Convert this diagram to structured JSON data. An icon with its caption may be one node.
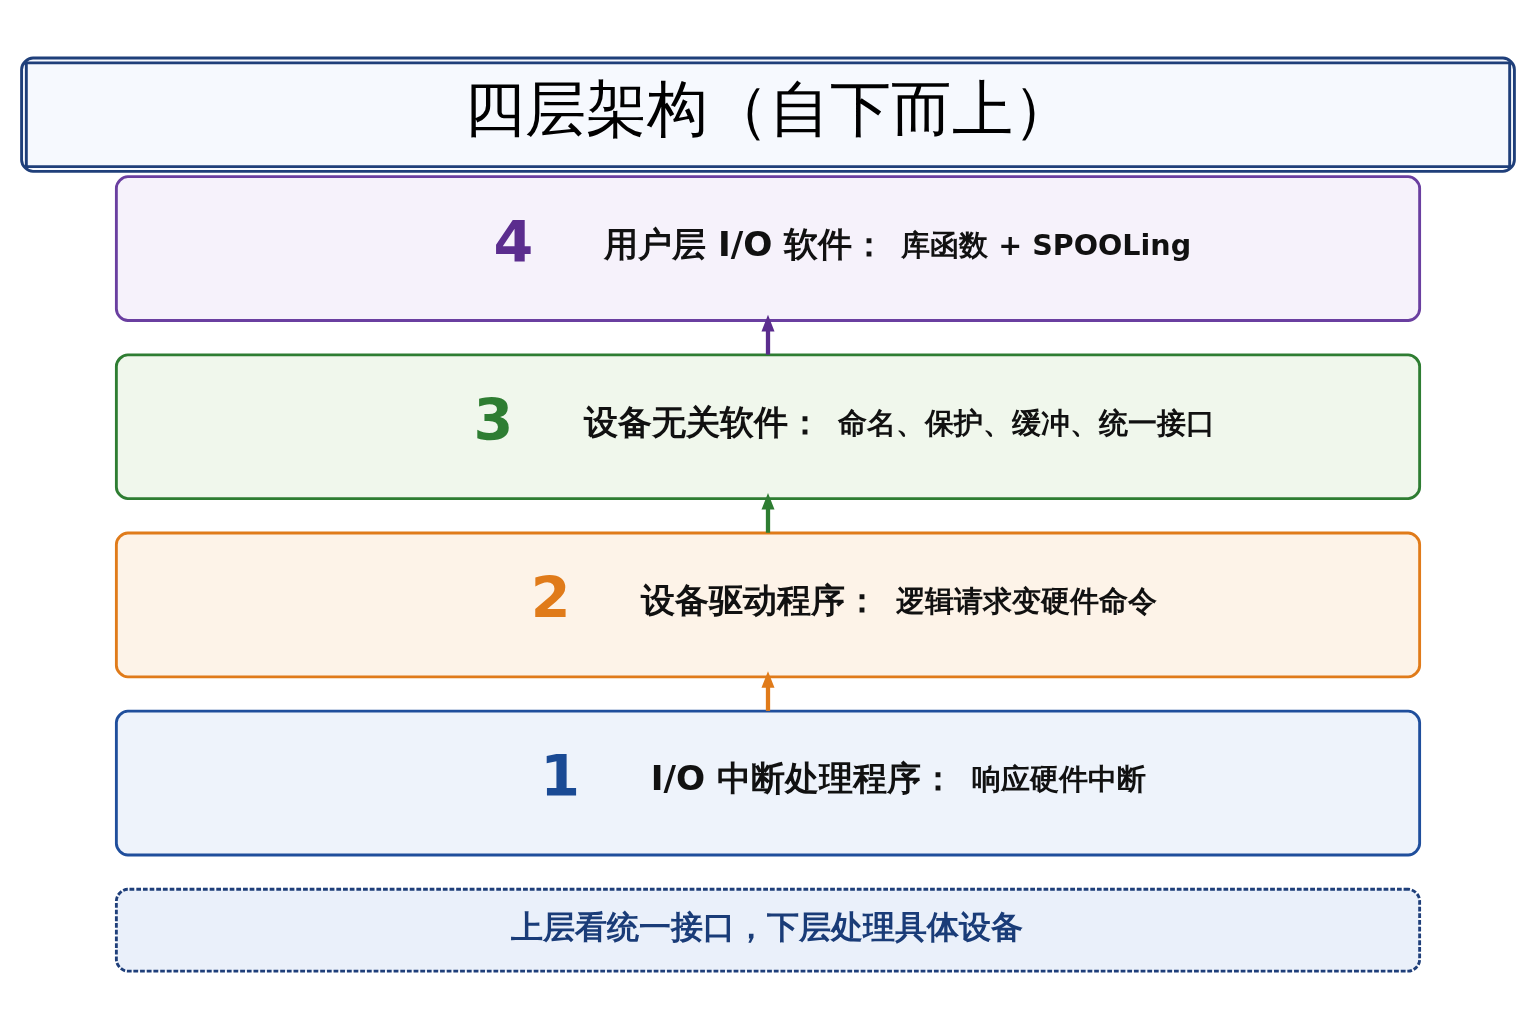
{
  "diagram": {
    "title": "四层架构（自下而上）",
    "nodes": [
      {
        "text": [
          "4",
          "用户层 I/O 软件：",
          "库函数 + SPOOLing"
        ]
      },
      {
        "text": [
          "3",
          "设备无关软件：",
          "命名、保护、缓冲、统一接口"
        ]
      },
      {
        "text": [
          "2",
          "设备驱动程序：",
          "逻辑请求变硬件命令"
        ]
      },
      {
        "text": [
          "1",
          "I/O 中断处理程序：",
          "响应硬件中断"
        ]
      },
      {
        "text": [
          "上层看统一接口，下层处理具体设备"
        ]
      }
    ],
    "edges": [
      {
        "from": 3,
        "to": 2,
        "arrow": "to",
        "color": "#e07b1a"
      },
      {
        "from": 2,
        "to": 1,
        "arrow": "to",
        "color": "#2e7d32"
      },
      {
        "from": 1,
        "to": 0,
        "arrow": "to",
        "color": "#5b2d8e"
      }
    ]
  }
}
